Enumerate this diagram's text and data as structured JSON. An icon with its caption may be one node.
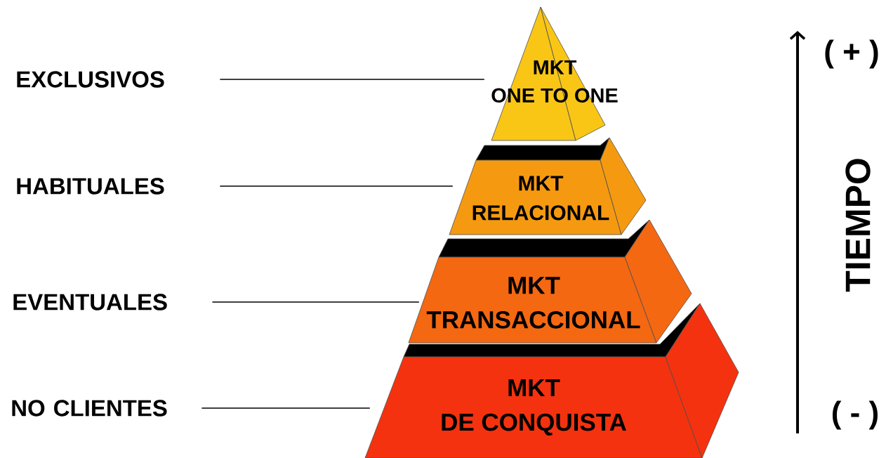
{
  "diagram": {
    "nodes": [
      {
        "text": [
          "EXCLUSIVOS"
        ]
      },
      {
        "text": [
          "HABITUALES"
        ]
      },
      {
        "text": [
          "EVENTUALES"
        ]
      },
      {
        "text": [
          "NO CLIENTES"
        ]
      },
      {
        "text": [
          "MKT",
          "ONE TO ONE"
        ]
      },
      {
        "text": [
          "MKT",
          "RELACIONAL"
        ]
      },
      {
        "text": [
          "MKT",
          "TRANSACCIONAL"
        ]
      },
      {
        "text": [
          "MKT",
          "DE CONQUISTA"
        ]
      }
    ],
    "edges": [
      {
        "from": 0,
        "to": 4,
        "arrow": "none"
      },
      {
        "from": 1,
        "to": 5,
        "arrow": "none"
      },
      {
        "from": 2,
        "to": 6,
        "arrow": "none"
      },
      {
        "from": 3,
        "to": 7,
        "arrow": "none"
      }
    ],
    "labels": [
      "( + )",
      "TIEMPO",
      "( - )"
    ]
  }
}
